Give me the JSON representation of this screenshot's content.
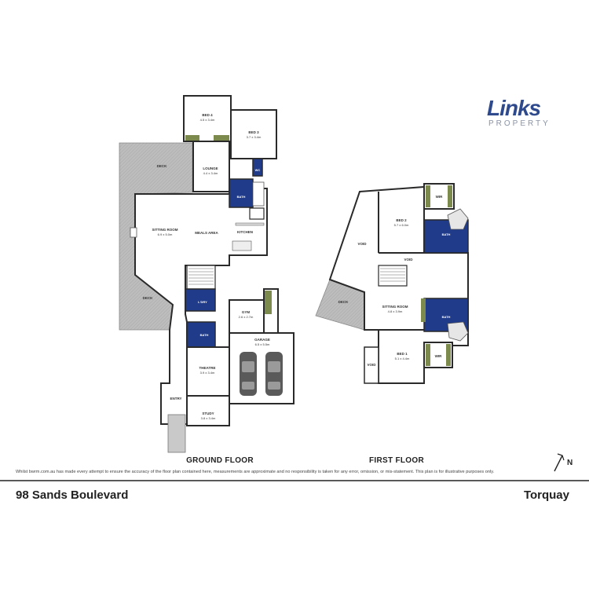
{
  "logo": {
    "brand": "Links",
    "sub": "PROPERTY",
    "colors": {
      "main": "#2e4a8c",
      "sub": "#8a93a5"
    }
  },
  "ground_floor": {
    "title": "GROUND FLOOR",
    "rooms": {
      "bed4": {
        "name": "BED 4",
        "dims": "4.5 x 3.4m"
      },
      "bed3": {
        "name": "BED 3",
        "dims": "3.7 x 3.4m"
      },
      "deck_top": {
        "name": "DECK"
      },
      "lounge": {
        "name": "LOUNGE",
        "dims": "4.4 x 3.4m"
      },
      "wc": {
        "name": "WC"
      },
      "bath_top": {
        "name": "BATH"
      },
      "sitting": {
        "name": "SITTING ROOM",
        "dims": "6.9 x 5.0m"
      },
      "meals": {
        "name": "MEALS AREA"
      },
      "kitchen": {
        "name": "KITCHEN"
      },
      "ldry": {
        "name": "L'DRY"
      },
      "deck_bottom": {
        "name": "DECK"
      },
      "gym": {
        "name": "GYM",
        "dims": "2.6 x 2.7m"
      },
      "bath_low": {
        "name": "BATH"
      },
      "garage": {
        "name": "GARAGE",
        "dims": "6.5 x 5.5m"
      },
      "theatre": {
        "name": "THEATRE",
        "dims": "3.9 x 3.4m"
      },
      "entry": {
        "name": "ENTRY"
      },
      "study": {
        "name": "STUDY",
        "dims": "3.8 x 3.4m"
      }
    }
  },
  "first_floor": {
    "title": "FIRST FLOOR",
    "rooms": {
      "wir_top": {
        "name": "WIR"
      },
      "bed2": {
        "name": "BED 2",
        "dims": "5.7 x 6.0m"
      },
      "bath_top": {
        "name": "BATH"
      },
      "void1": {
        "name": "VOID"
      },
      "void2": {
        "name": "VOID"
      },
      "deck": {
        "name": "DECK"
      },
      "sitting": {
        "name": "SITTING ROOM",
        "dims": "4.8 x 3.9m"
      },
      "bath_low": {
        "name": "BATH"
      },
      "bed1": {
        "name": "BED 1",
        "dims": "5.1 x 4.4m"
      },
      "void3": {
        "name": "VOID"
      },
      "wir_low": {
        "name": "WIR"
      }
    }
  },
  "disclaimer": "Whilst bwrm.com.au has made every attempt to ensure the accuracy of the floor plan contained here, measurements are approximate and no  responsibility is taken for any error, omission, or mis-statement. This plan is for illustrative purposes only.",
  "address": "98 Sands Boulevard",
  "suburb": "Torquay",
  "north_symbol": "N",
  "colors": {
    "wet_area": "#1f3b8a",
    "deck": "#b7b7b7",
    "wall": "#2a2a2a",
    "floor": "#ffffff",
    "wardrobe": "#7d8a4d",
    "robe_fill": "#e6e6e6"
  }
}
